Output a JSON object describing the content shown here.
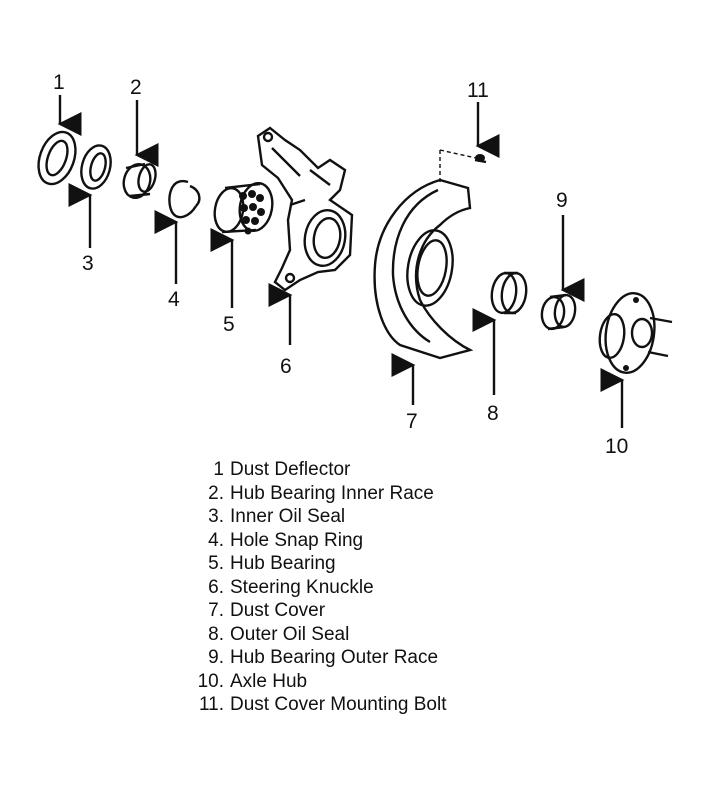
{
  "callouts": {
    "c1": "1",
    "c2": "2",
    "c3": "3",
    "c4": "4",
    "c5": "5",
    "c6": "6",
    "c7": "7",
    "c8": "8",
    "c9": "9",
    "c10": "10",
    "c11": "11"
  },
  "legend": [
    {
      "num": "1",
      "label": "Dust Deflector"
    },
    {
      "num": "2.",
      "label": "Hub Bearing Inner Race"
    },
    {
      "num": "3.",
      "label": "Inner Oil Seal"
    },
    {
      "num": "4.",
      "label": "Hole Snap Ring"
    },
    {
      "num": "5.",
      "label": "Hub Bearing"
    },
    {
      "num": "6.",
      "label": "Steering Knuckle"
    },
    {
      "num": "7.",
      "label": "Dust Cover"
    },
    {
      "num": "8.",
      "label": "Outer Oil Seal"
    },
    {
      "num": "9.",
      "label": "Hub Bearing Outer Race"
    },
    {
      "num": "10.",
      "label": "Axle Hub"
    },
    {
      "num": "11.",
      "label": "Dust Cover Mounting Bolt"
    }
  ]
}
